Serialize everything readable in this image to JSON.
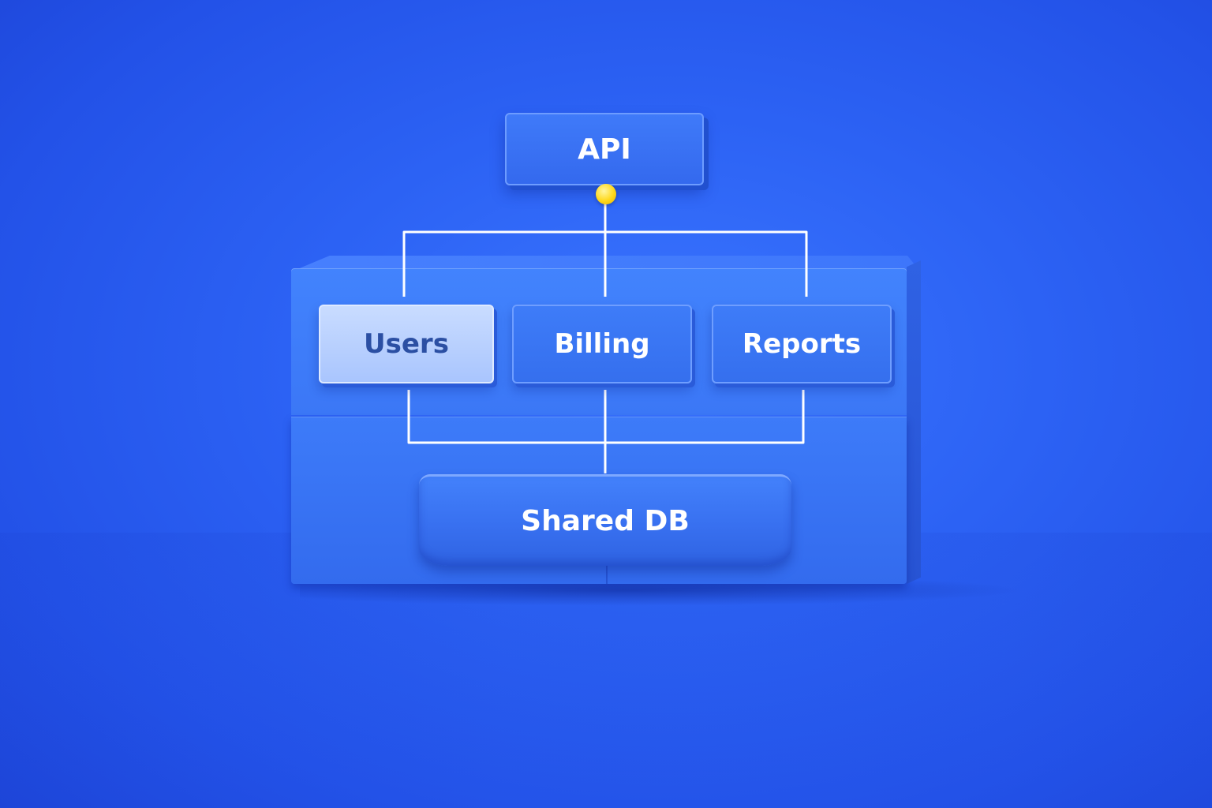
{
  "diagram": {
    "nodes": {
      "api": "API",
      "users": "Users",
      "billing": "Billing",
      "reports": "Reports",
      "db": "Shared DB"
    },
    "edges": [
      {
        "from": "API",
        "to": "Users"
      },
      {
        "from": "API",
        "to": "Billing"
      },
      {
        "from": "API",
        "to": "Reports"
      },
      {
        "from": "Users",
        "to": "Shared DB"
      },
      {
        "from": "Billing",
        "to": "Shared DB"
      },
      {
        "from": "Reports",
        "to": "Shared DB"
      }
    ],
    "colors": {
      "background": "#2c62f4",
      "connector": "#ffffff",
      "highlight_node": "#c9dcff",
      "junction_dot": "#ffd81a"
    }
  }
}
